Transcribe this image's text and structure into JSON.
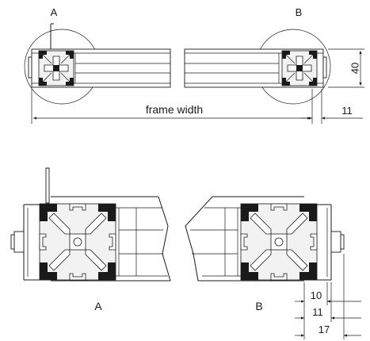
{
  "labels": {
    "detail_a": "A",
    "detail_b": "B",
    "detail_a_bottom": "A",
    "detail_b_bottom": "B"
  },
  "dimensions": {
    "frame_width": "frame width",
    "height_40": "40",
    "offset_11_top": "11",
    "offset_10": "10",
    "offset_11": "11",
    "offset_17": "17"
  }
}
